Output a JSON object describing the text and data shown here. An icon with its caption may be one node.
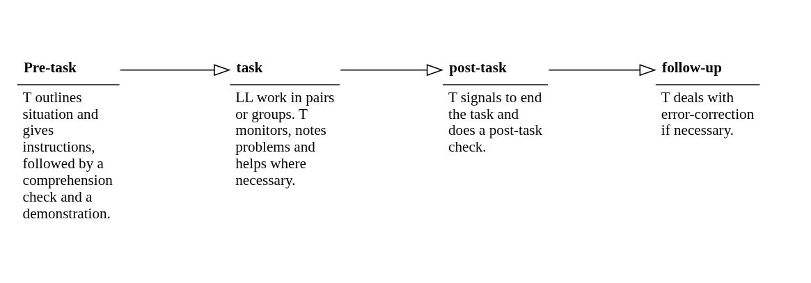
{
  "diagram": {
    "nodes": [
      {
        "text": [
          "Pre-task",
          "T outlines situation and gives instructions, followed by a comprehension check and a demonstration."
        ]
      },
      {
        "text": [
          "task",
          "LL work in pairs or groups. T monitors, notes problems and helps where necessary."
        ]
      },
      {
        "text": [
          "post-task",
          "T signals to end the task and does a post-task check."
        ]
      },
      {
        "text": [
          "follow-up",
          "T deals with error-correction if necessary."
        ]
      }
    ],
    "edges": [
      {
        "from": 0,
        "to": 1,
        "arrow": "to"
      },
      {
        "from": 1,
        "to": 2,
        "arrow": "to"
      },
      {
        "from": 2,
        "to": 3,
        "arrow": "to"
      }
    ]
  }
}
